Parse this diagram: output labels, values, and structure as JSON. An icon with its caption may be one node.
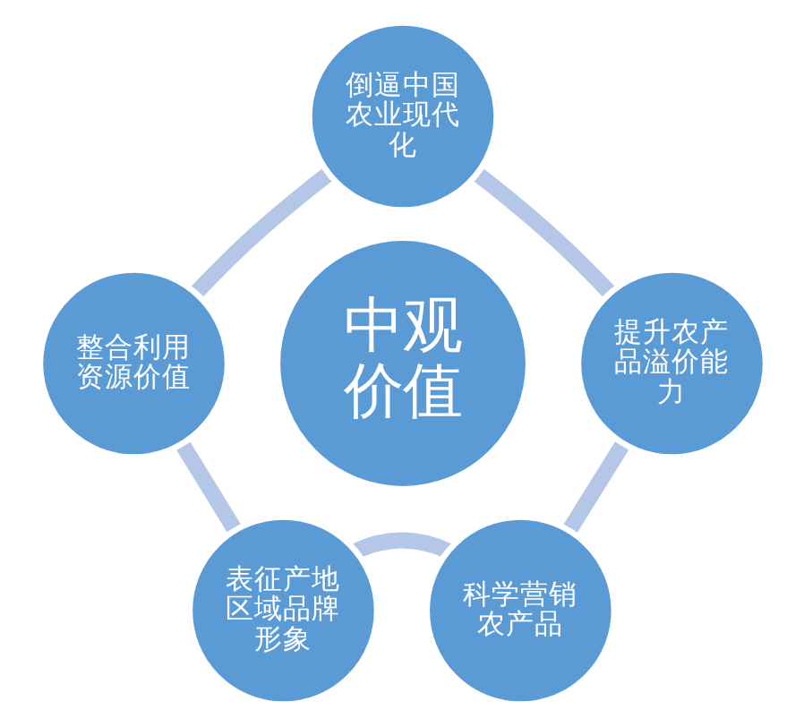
{
  "diagram": {
    "nodes": [
      {
        "text": [
          "倒逼中国农业现代化"
        ]
      },
      {
        "text": [
          "整合利用资源价值"
        ]
      },
      {
        "text": [
          "中观价值"
        ]
      },
      {
        "text": [
          "提升农产品溢价能力"
        ]
      },
      {
        "text": [
          "表征产地区域品牌形象"
        ]
      },
      {
        "text": [
          "科学营销农产品"
        ]
      }
    ],
    "edges": [
      {
        "from": 0,
        "to": 1,
        "arrow": "none"
      },
      {
        "from": 0,
        "to": 3,
        "arrow": "none"
      },
      {
        "from": 1,
        "to": 4,
        "arrow": "none"
      },
      {
        "from": 3,
        "to": 5,
        "arrow": "none"
      },
      {
        "from": 4,
        "to": 5,
        "arrow": "none"
      }
    ]
  }
}
